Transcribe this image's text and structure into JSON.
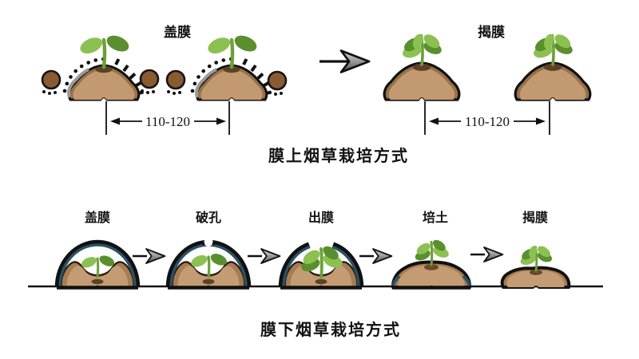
{
  "top_section": {
    "cover_label": "盖膜",
    "uncover_label": "揭膜",
    "spacing_left": "110-120",
    "spacing_right": "110-120",
    "caption": "膜上烟草栽培方式"
  },
  "bottom_section": {
    "stages": [
      {
        "label": "盖膜"
      },
      {
        "label": "破孔"
      },
      {
        "label": "出膜"
      },
      {
        "label": "培土"
      },
      {
        "label": "揭膜"
      }
    ],
    "caption": "膜下烟草栽培方式"
  },
  "icons": {
    "arrow": "right-arrow-icon",
    "dimension": "double-headed-dimension-arrow"
  },
  "colors": {
    "background": "#ffffff",
    "outline": "#111111",
    "mound_dark": "#97714a",
    "mound_mid": "#a87c52",
    "mound_light": "#c49c74",
    "soil_spot": "#5d4127",
    "clod_brown": "#8a5a30",
    "leaf_light": "#8cc152",
    "leaf_dark": "#5a8f2e",
    "stem_green": "#6aa136",
    "film_dome_navy": "#2b5166",
    "film_gray": "#9a9a9a",
    "arrow_gray_light": "#d6d4d4",
    "arrow_gray_dark": "#4e4c4c"
  }
}
